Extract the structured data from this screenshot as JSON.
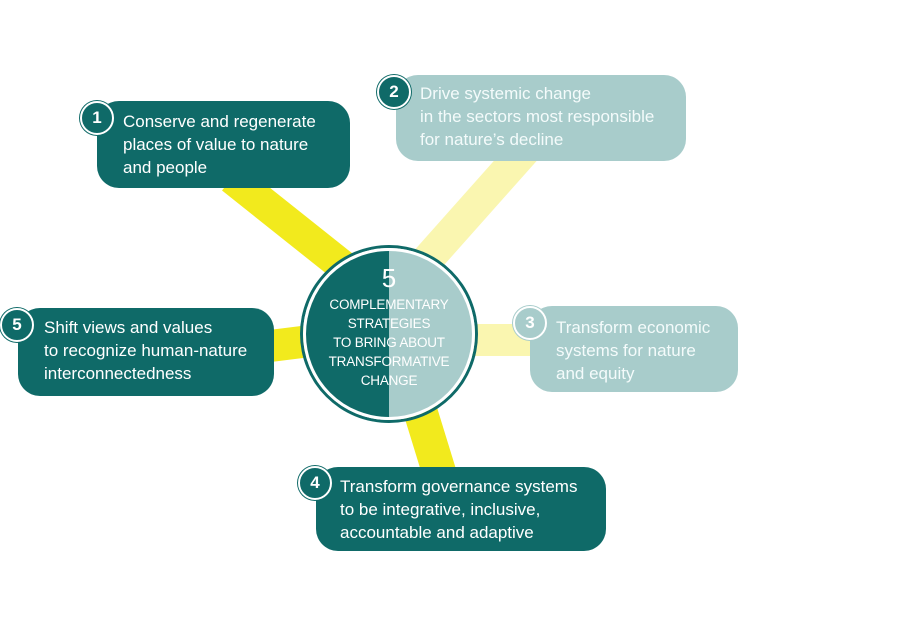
{
  "hub": {
    "number": "5",
    "text": "COMPLEMENTARY\nSTRATEGIES\nTO BRING ABOUT\nTRANSFORMATIVE\nCHANGE"
  },
  "strategies": [
    {
      "number": "1",
      "text": "Conserve and regenerate\nplaces of value to nature\nand people"
    },
    {
      "number": "2",
      "text": "Drive systemic change\nin the sectors most responsible\nfor nature’s decline"
    },
    {
      "number": "3",
      "text": "Transform economic\nsystems for nature\nand equity"
    },
    {
      "number": "4",
      "text": "Transform governance systems\nto be integrative, inclusive,\naccountable and adaptive"
    },
    {
      "number": "5",
      "text": "Shift views and values\nto recognize human-nature\ninterconnectedness"
    }
  ],
  "colors": {
    "dark_teal": "#0f6a68",
    "light_teal": "#a8cccb",
    "connector_bright": "#f2ea1d",
    "connector_pale": "#faf6b0"
  }
}
